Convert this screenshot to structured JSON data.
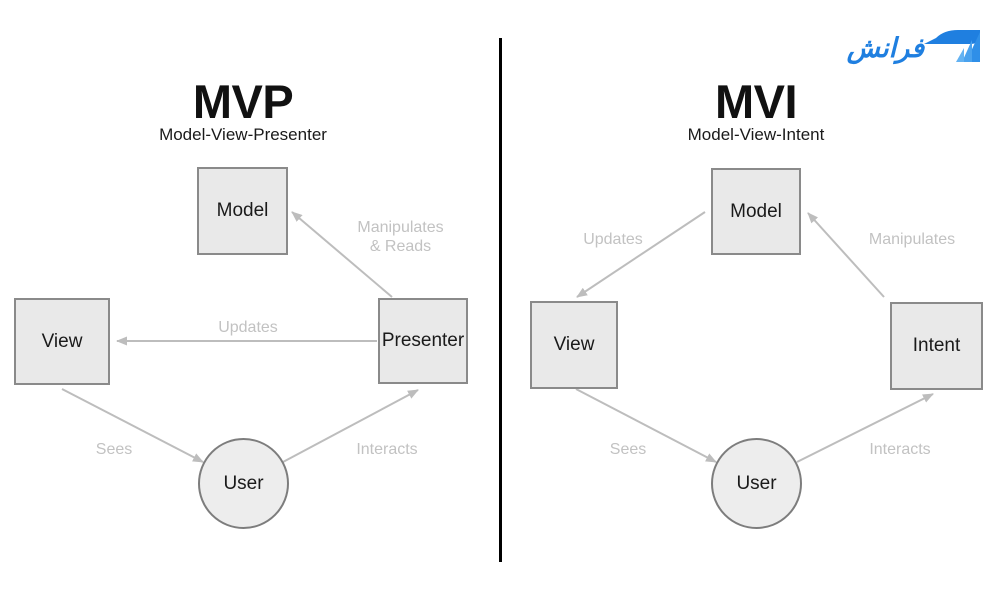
{
  "image": {
    "kind": "architecture-pattern-comparison-diagram",
    "background_color": "#ffffff",
    "node_fill": "#e9e9e9",
    "node_border": "#8a8a8a",
    "arrow_color": "#bdbdbd",
    "label_color": "#c2c2c2",
    "divider_color": "#000000"
  },
  "watermark": {
    "brand_text": "فرانش",
    "accent_color": "#1f7fe0",
    "icon": "wing-swoosh-icon"
  },
  "panels": [
    {
      "id": "mvp",
      "title": "MVP",
      "subtitle": "Model-View-Presenter",
      "nodes": [
        {
          "id": "mvp-model",
          "label": "Model",
          "shape": "rect"
        },
        {
          "id": "mvp-view",
          "label": "View",
          "shape": "rect"
        },
        {
          "id": "mvp-presenter",
          "label": "Presenter",
          "shape": "rect"
        },
        {
          "id": "mvp-user",
          "label": "User",
          "shape": "circle"
        }
      ],
      "edges": [
        {
          "id": "mvp-presenter-to-model",
          "label": "Manipulates\n& Reads",
          "from": "Presenter",
          "to": "Model"
        },
        {
          "id": "mvp-presenter-to-view",
          "label": "Updates",
          "from": "Presenter",
          "to": "View"
        },
        {
          "id": "mvp-view-to-user",
          "label": "Sees",
          "from": "View",
          "to": "User"
        },
        {
          "id": "mvp-user-to-presenter",
          "label": "Interacts",
          "from": "User",
          "to": "Presenter"
        }
      ]
    },
    {
      "id": "mvi",
      "title": "MVI",
      "subtitle": "Model-View-Intent",
      "nodes": [
        {
          "id": "mvi-model",
          "label": "Model",
          "shape": "rect"
        },
        {
          "id": "mvi-view",
          "label": "View",
          "shape": "rect"
        },
        {
          "id": "mvi-intent",
          "label": "Intent",
          "shape": "rect"
        },
        {
          "id": "mvi-user",
          "label": "User",
          "shape": "circle"
        }
      ],
      "edges": [
        {
          "id": "mvi-model-to-view",
          "label": "Updates",
          "from": "Model",
          "to": "View"
        },
        {
          "id": "mvi-intent-to-model",
          "label": "Manipulates",
          "from": "Intent",
          "to": "Model"
        },
        {
          "id": "mvi-view-to-user",
          "label": "Sees",
          "from": "View",
          "to": "User"
        },
        {
          "id": "mvi-user-to-intent",
          "label": "Interacts",
          "from": "User",
          "to": "Intent"
        }
      ]
    }
  ]
}
